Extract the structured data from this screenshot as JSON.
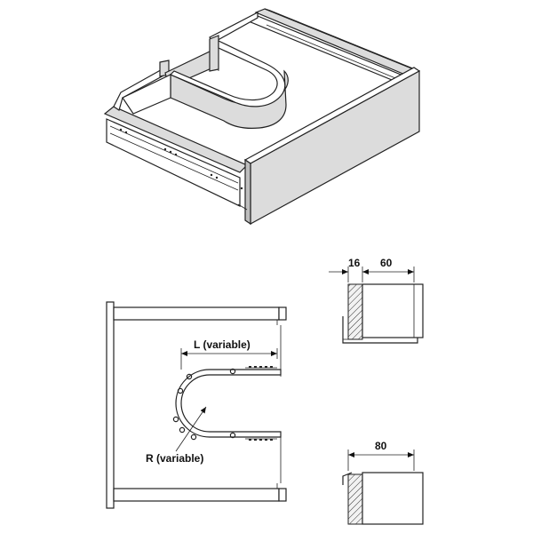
{
  "drawing": {
    "plan_label_length": "L (variable)",
    "plan_label_radius": "R (variable)",
    "detail_top_dim_a": "16",
    "detail_top_dim_b": "60",
    "detail_bottom_dim": "80"
  },
  "colors": {
    "line": "#222222",
    "panel_grey": "#dcdcdc",
    "panel_dark": "#bdbdbd",
    "background": "#ffffff"
  }
}
